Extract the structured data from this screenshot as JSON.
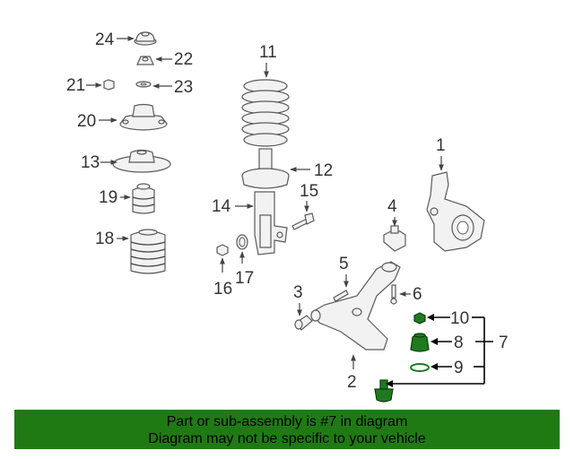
{
  "diagram": {
    "callouts": {
      "n1": "1",
      "n2": "2",
      "n3": "3",
      "n4": "4",
      "n5": "5",
      "n6": "6",
      "n7": "7",
      "n8": "8",
      "n9": "9",
      "n10": "10",
      "n11": "11",
      "n12": "12",
      "n13": "13",
      "n14": "14",
      "n15": "15",
      "n16": "16",
      "n17": "17",
      "n18": "18",
      "n19": "19",
      "n20": "20",
      "n21": "21",
      "n22": "22",
      "n23": "23",
      "n24": "24"
    },
    "highlight_color": "#1f7a1f"
  },
  "banner": {
    "line1": "Part or sub-assembly is #7 in diagram",
    "line2": "Diagram may not be specific to your vehicle",
    "background": "#1f7a14"
  }
}
